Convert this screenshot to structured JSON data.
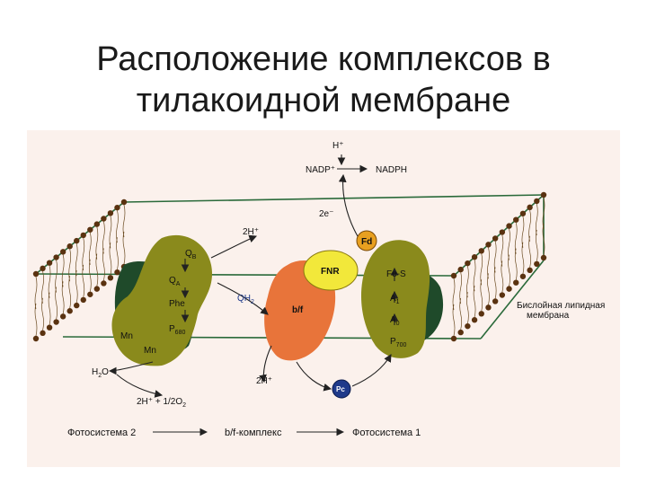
{
  "title": {
    "line1": "Расположение комплексов в",
    "line2": "тилакоидной мембране"
  },
  "colors": {
    "photosystem": "#8a8a1c",
    "photosystem_shadow": "#1f4a2a",
    "cytochrome": "#e8743a",
    "fnr": "#f2e83a",
    "fd": "#e8a020",
    "pc": "#1f3a8a",
    "lipid_head": "#5a3210",
    "background_tint": "#f4e4dc"
  },
  "diagram": {
    "labels": {
      "h_plus_top": "H⁺",
      "nadp_plus": "NADP⁺",
      "nadph": "NADPH",
      "two_e": "2e⁻",
      "two_h_upper": "2H⁺",
      "two_h_lower": "2H⁺",
      "fd": "Fd",
      "fnr": "FNR",
      "qb": "Q",
      "qb_sub": "B",
      "qa": "Q",
      "qa_sub": "A",
      "phe": "Phe",
      "p680": "P",
      "p680_sub": "680",
      "mn1": "Mn",
      "mn2": "Mn",
      "qh2": "QH",
      "qh2_sub": "2",
      "bf": "b/f",
      "fes": "Fe-S",
      "a1": "A",
      "a1_sub": "1",
      "a0": "A",
      "a0_sub": "0",
      "p700": "P",
      "p700_sub": "700",
      "h2o": "H",
      "h2o_sub": "2",
      "h2o_tail": "O",
      "water_products_a": "2H⁺ + 1/2O",
      "water_products_sub": "2",
      "pc": "Pc",
      "membrane_label_1": "Бислойная липидная",
      "membrane_label_2": "мембрана"
    },
    "legend": {
      "ps2": "Фотосистема 2",
      "bf_complex": "b/f-комплекс",
      "ps1": "Фотосистема 1"
    }
  }
}
